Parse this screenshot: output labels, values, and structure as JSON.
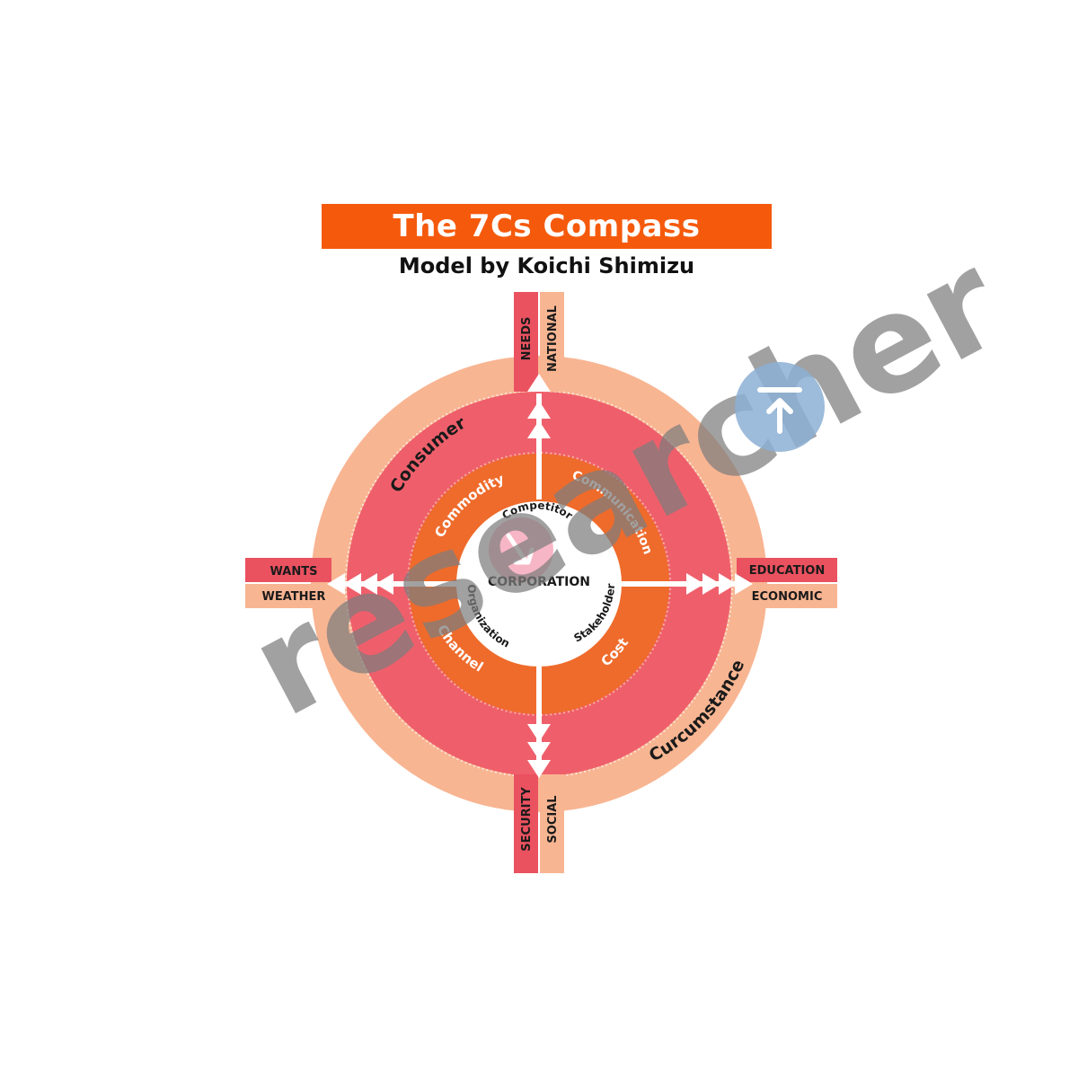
{
  "title": "The 7Cs Compass",
  "subtitle": "Model by Koichi Shimizu",
  "center": {
    "label": "CORPORATION",
    "arc_top": "Competitor",
    "arc_left": "Organization",
    "arc_right": "Stakeholder"
  },
  "inner_ring": {
    "top_left": "Commodity",
    "top_right": "Communication",
    "bottom_left": "Channel",
    "bottom_right": "Cost"
  },
  "middle_ring": {
    "top_left": "Consumer"
  },
  "outer_ring": {
    "bottom_right": "Curcumstance"
  },
  "bars": {
    "north": [
      "NEEDS",
      "NATIONAL"
    ],
    "south": [
      "SECURITY",
      "SOCIAL"
    ],
    "west": [
      "WANTS",
      "WEATHER"
    ],
    "east": [
      "EDUCATION",
      "ECONOMIC"
    ]
  },
  "watermark": {
    "text": "researcher"
  },
  "colors": {
    "title_bg": "#f55a0c",
    "outer_ring": "#f8b592",
    "middle_ring": "#ef5f6b",
    "inner_ring": "#ef6b2b",
    "bar_dark": "#ea5260",
    "bar_light": "#f8b592",
    "watermark": "#7d7d7d",
    "badge": "#8cafd3"
  }
}
